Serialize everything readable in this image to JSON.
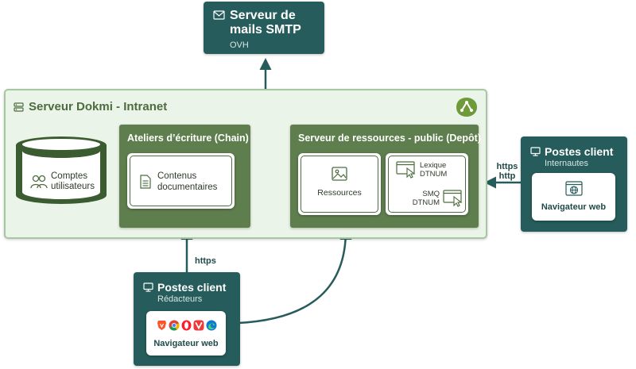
{
  "smtp": {
    "title": "Serveur de mails SMTP",
    "subtitle": "OVH",
    "icon": "mail-icon"
  },
  "intranet": {
    "title": "Serveur Dokmi - Intranet",
    "icon": "server-icon",
    "logo": "dokmi-logo-icon",
    "accounts": {
      "label": "Comptes utilisateurs",
      "icon": "users-icon"
    },
    "workshops": {
      "title": "Ateliers d’écriture (Chain)",
      "content_label": "Contenus documentaires",
      "content_icon": "document-icon"
    },
    "resources_server": {
      "title": "Serveur de ressources - public (Depôt)",
      "resources_label": "Ressources",
      "resources_icon": "image-icon",
      "lexique_label": "Lexique DTNUM",
      "smq_label": "SMQ DTNUM"
    }
  },
  "clients_internautes": {
    "title": "Postes client",
    "subtitle": "Internautes",
    "browser_label": "Navigateur web",
    "protocol_https": "https",
    "protocol_http": "http"
  },
  "clients_redacteurs": {
    "title": "Postes client",
    "subtitle": "Rédacteurs",
    "browser_label": "Navigateur web",
    "protocol": "https",
    "browsers": [
      "brave-icon",
      "chrome-icon",
      "opera-icon",
      "vivaldi-icon",
      "edge-icon"
    ]
  },
  "colors": {
    "teal": "#265c5b",
    "green": "#5e7e4e",
    "intranet_bg": "#ebf4e8",
    "intranet_border": "#a6c8a0",
    "arrow": "#265c5b",
    "dotted_arrow": "#5e7e4e"
  }
}
